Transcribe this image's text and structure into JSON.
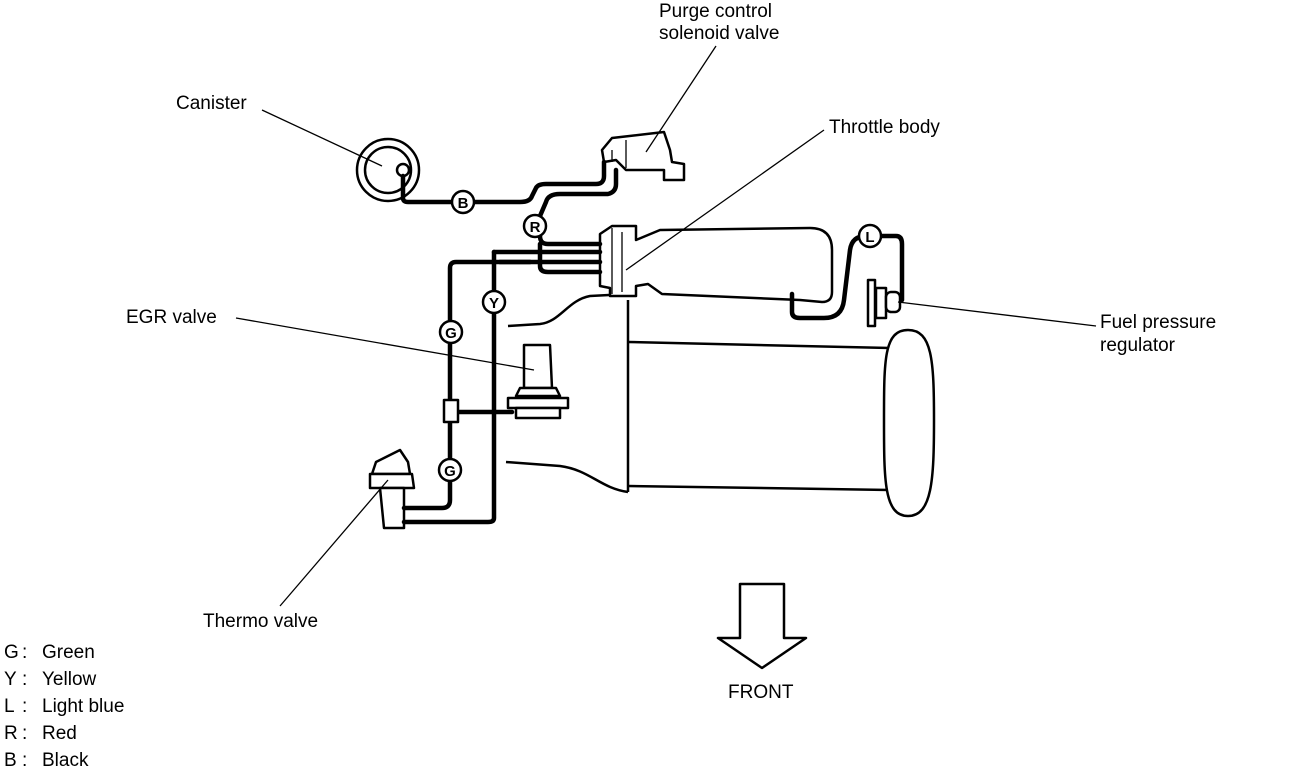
{
  "labels": {
    "purge_line1": "Purge control",
    "purge_line2": "solenoid valve",
    "canister": "Canister",
    "throttle_body": "Throttle body",
    "egr_valve": "EGR valve",
    "fuel_line1": "Fuel pressure",
    "fuel_line2": "regulator",
    "thermo_valve": "Thermo valve",
    "front": "FRONT"
  },
  "hose_tags": {
    "black": "B",
    "red": "R",
    "yellow": "Y",
    "green_upper": "G",
    "green_lower": "G",
    "light_blue": "L"
  },
  "legend": [
    {
      "code": "G",
      "sep": ":",
      "name": "Green"
    },
    {
      "code": "Y",
      "sep": ":",
      "name": "Yellow"
    },
    {
      "code": "L",
      "sep": ":",
      "name": "Light blue"
    },
    {
      "code": "R",
      "sep": ":",
      "name": "Red"
    },
    {
      "code": "B",
      "sep": ":",
      "name": "Black"
    }
  ]
}
